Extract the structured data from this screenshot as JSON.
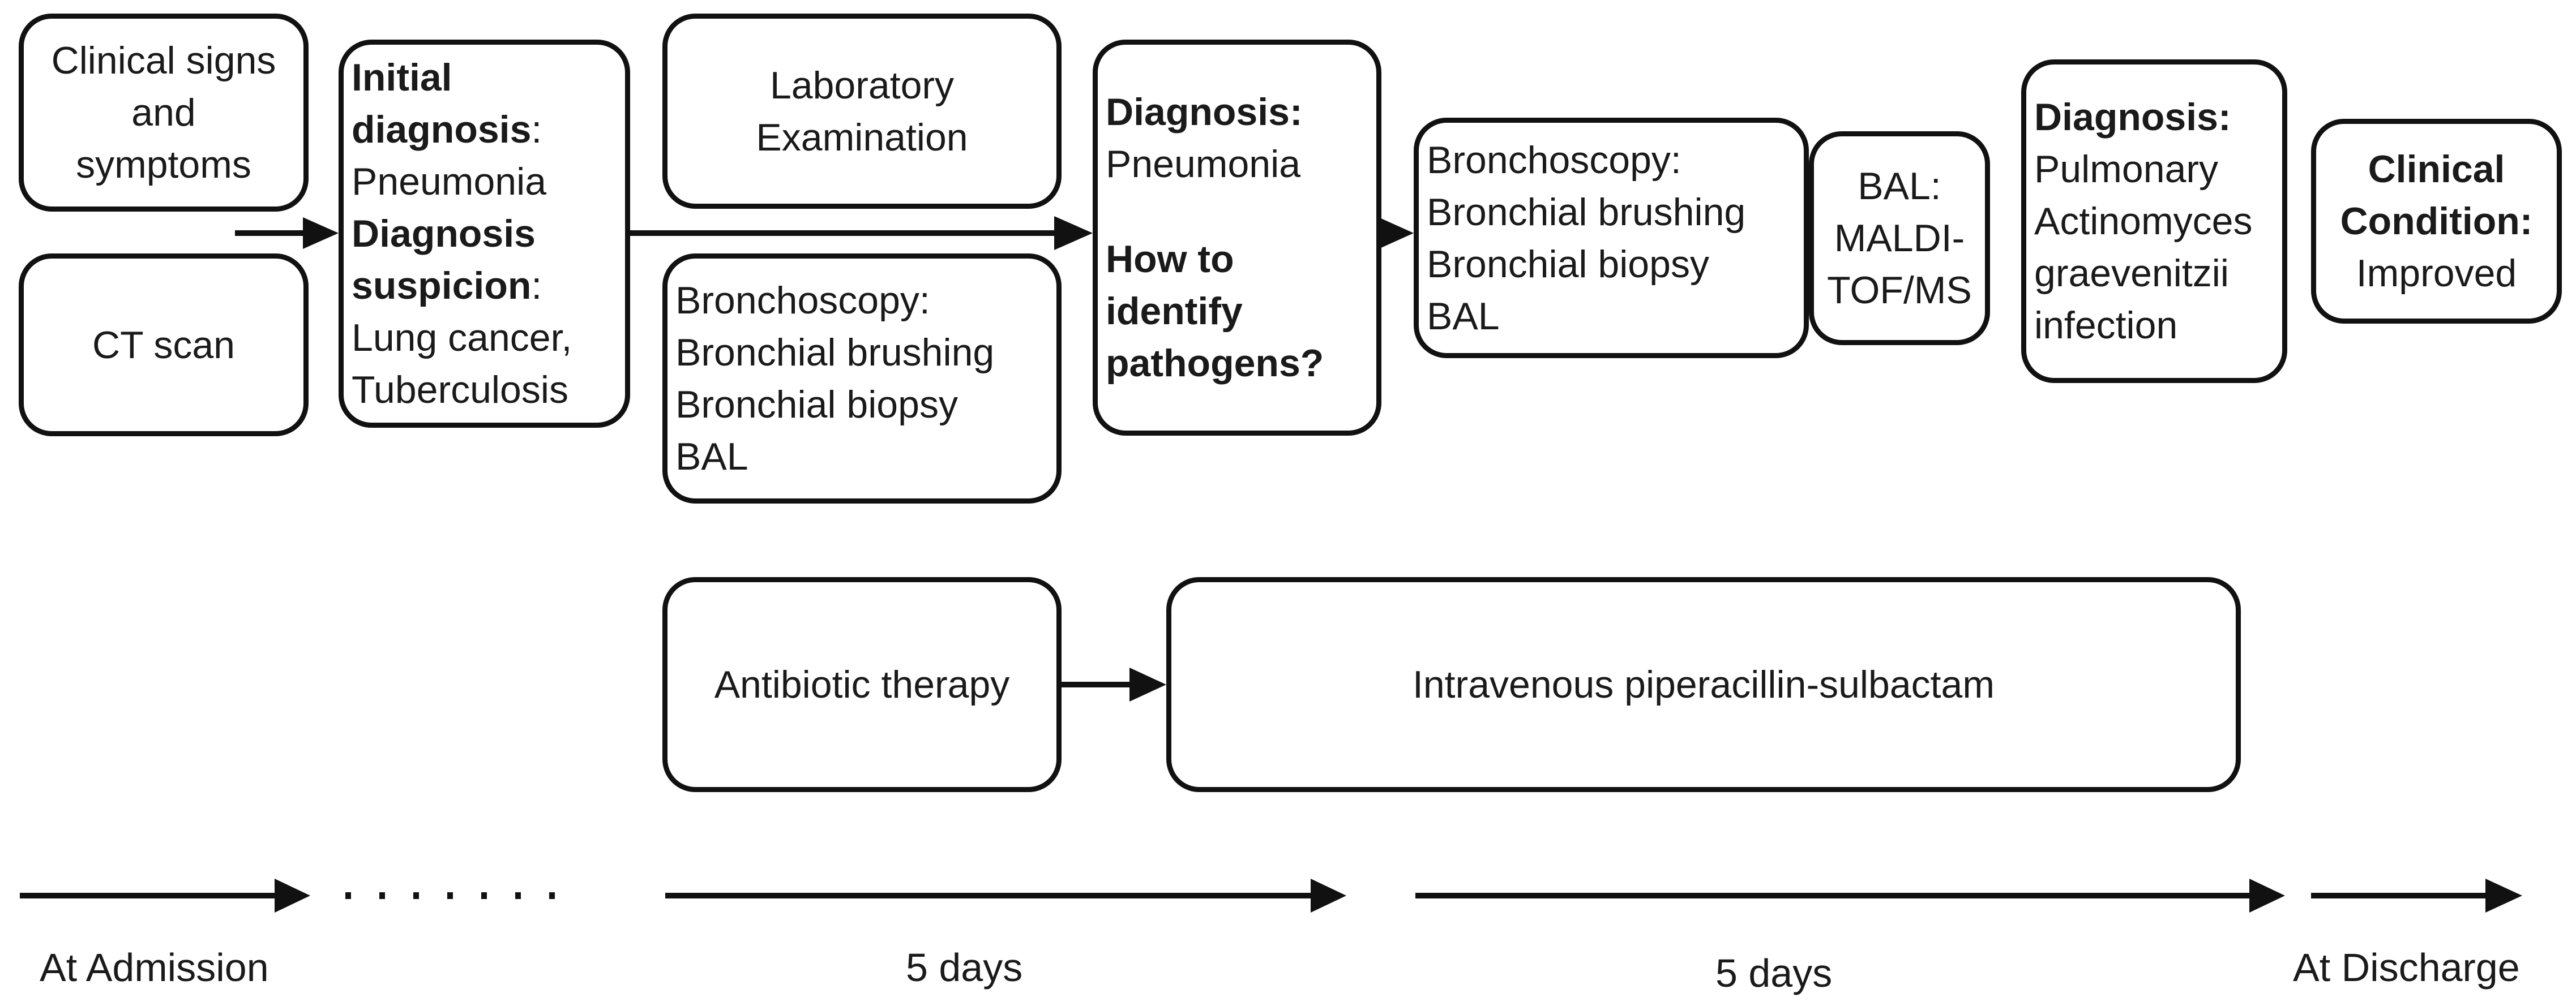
{
  "boxes": {
    "clinical_signs": [
      "Clinical signs",
      "and",
      "symptoms"
    ],
    "ct_scan": "CT scan",
    "initial": {
      "initial_label": "Initial",
      "diagnosis_label": "diagnosis",
      "colon": ":",
      "pneumonia": "Pneumonia",
      "diagnosis_word": "Diagnosis",
      "suspicion_label": "suspicion",
      "lung_cancer": "Lung cancer,",
      "tuberculosis": "Tuberculosis"
    },
    "laboratory": [
      "Laboratory",
      "Examination"
    ],
    "bronchoscopy_1": [
      "Bronchoscopy:",
      "Bronchial brushing",
      "Bronchial biopsy",
      "BAL"
    ],
    "diagnosis_2": {
      "heading": "Diagnosis:",
      "value": "Pneumonia",
      "question": [
        "How to",
        "identify",
        "pathogens?"
      ]
    },
    "bronchoscopy_2": [
      "Bronchoscopy:",
      "Bronchial brushing",
      "Bronchial biopsy",
      "BAL"
    ],
    "bal_maldi": [
      "BAL:",
      "MALDI-",
      "TOF/MS"
    ],
    "diagnosis_3": {
      "heading": "Diagnosis:",
      "lines": [
        "Pulmonary",
        "Actinomyces",
        "graevenitzii",
        "infection"
      ]
    },
    "clinical_condition": {
      "heading": [
        "Clinical",
        "Condition:"
      ],
      "value": "Improved"
    },
    "antibiotic": "Antibiotic therapy",
    "piperacillin": "Intravenous piperacillin-sulbactam"
  },
  "timeline": {
    "at_admission": "At Admission",
    "days_1": "5 days",
    "days_2": "5 days",
    "at_discharge": "At Discharge"
  },
  "colors": {
    "stroke": "#111111",
    "text": "#1a1a1a"
  }
}
